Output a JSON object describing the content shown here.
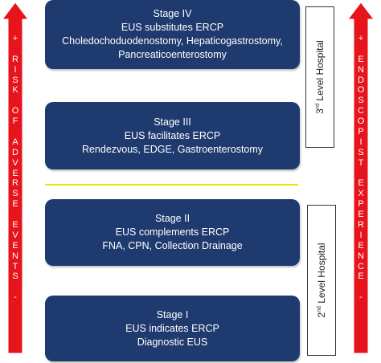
{
  "stages": [
    {
      "title": "Stage IV",
      "subtitle": "EUS substitutes ERCP",
      "detail_lines": [
        "Choledochoduodenostomy, Hepaticogastrostomy,",
        "Pancreaticoenterostomy"
      ]
    },
    {
      "title": "Stage III",
      "subtitle": "EUS facilitates ERCP",
      "detail_lines": [
        "Rendezvous, EDGE, Gastroenterostomy"
      ]
    },
    {
      "title": "Stage II",
      "subtitle": "EUS complements ERCP",
      "detail_lines": [
        "FNA, CPN, Collection Drainage"
      ]
    },
    {
      "title": "Stage I",
      "subtitle": "EUS indicates ERCP",
      "detail_lines": [
        "Diagnostic EUS"
      ]
    }
  ],
  "hospitals": {
    "third": {
      "num": "3",
      "sup": "rd",
      "text": " Level Hospital"
    },
    "second": {
      "num": "2",
      "sup": "nd",
      "text": " Level Hospital"
    }
  },
  "arrows": {
    "left": {
      "top_sign": "+",
      "label": "RISK OF ADVERSE EVENTS",
      "bottom_sign": "-"
    },
    "right": {
      "top_sign": "+",
      "label": "ENDOSCOPIST EXPERIENCE",
      "bottom_sign": "-"
    }
  },
  "colors": {
    "stage_fill": "#1e3a6e",
    "arrow_fill": "#e8141b",
    "arrow_stroke": "#ffffff",
    "divider": "#f2e200"
  }
}
